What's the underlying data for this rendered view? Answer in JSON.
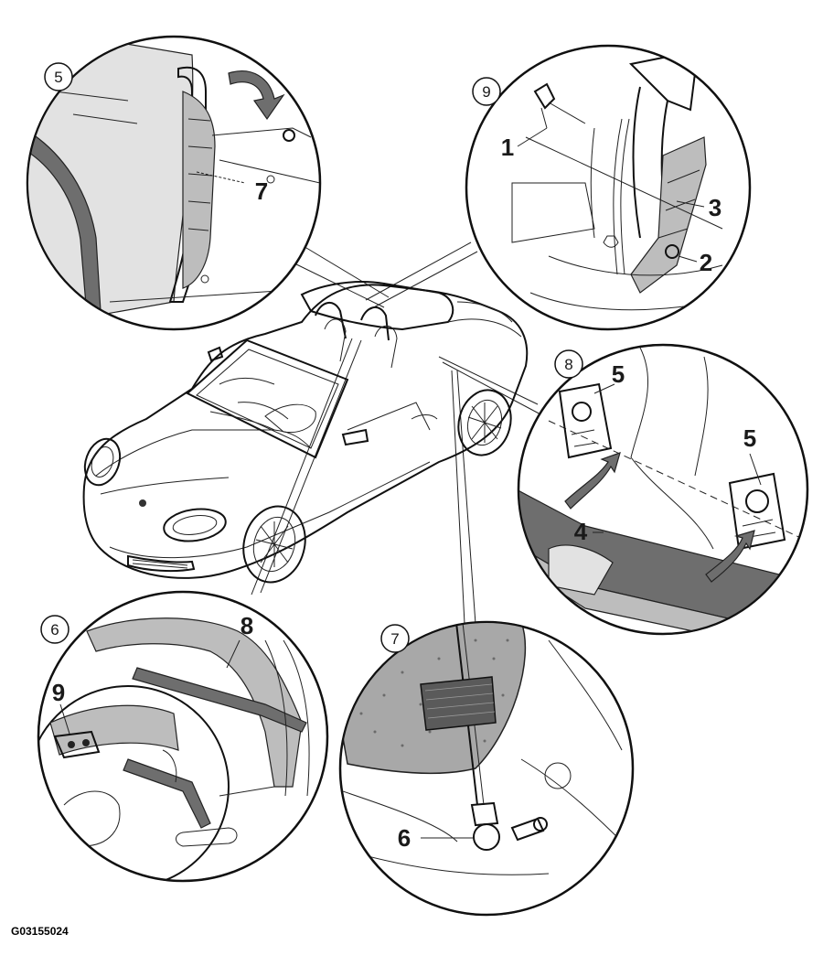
{
  "figure_id": "G03155024",
  "detail_circles": [
    {
      "id": "5"
    },
    {
      "id": "9"
    },
    {
      "id": "8"
    },
    {
      "id": "6"
    },
    {
      "id": "7"
    }
  ],
  "part_labels": [
    "1",
    "2",
    "3",
    "4",
    "5",
    "5",
    "6",
    "7",
    "8",
    "9"
  ]
}
